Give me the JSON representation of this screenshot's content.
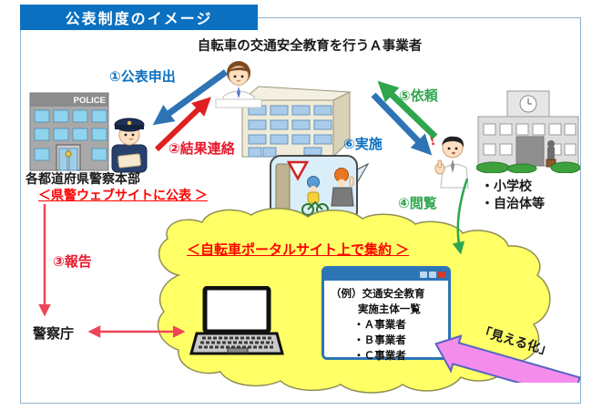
{
  "title": "公表制度のイメージ",
  "subtitle": "自転車の交通安全教育を行うＡ事業者",
  "police": {
    "sign": "POLICE",
    "name": "各都道府県警察本部",
    "publish": "＜県警ウェブサイトに公表 ＞"
  },
  "steps": {
    "apply": "①公表申出",
    "result": "②結果連絡",
    "report": "③報告",
    "view": "④閲覧",
    "request": "⑤依頼",
    "implement": "⑥実施"
  },
  "school": {
    "items": [
      "・小学校",
      "・自治体等"
    ]
  },
  "npa": {
    "name": "警察庁"
  },
  "cloud": {
    "label": "＜自転車ポータルサイト上で集約 ＞"
  },
  "portal_window": {
    "lines": [
      "（例）交通安全教育",
      "実施主体一覧",
      "・Ａ事業者",
      "・Ｂ事業者",
      "・Ｃ事業者"
    ]
  },
  "banner": {
    "label": "「見える化」"
  },
  "marks": {
    "exclamation": "！"
  },
  "colors": {
    "accent_blue": "#0B70C0",
    "arrow_blue": "#2E74B5",
    "arrow_red": "#E02020",
    "green": "#2FA64E",
    "thin_red": "#F04458",
    "cloud_yellow": "#FFFF66",
    "banner_pink": "#F48CEC",
    "frame_border": "#8CB4CC"
  }
}
